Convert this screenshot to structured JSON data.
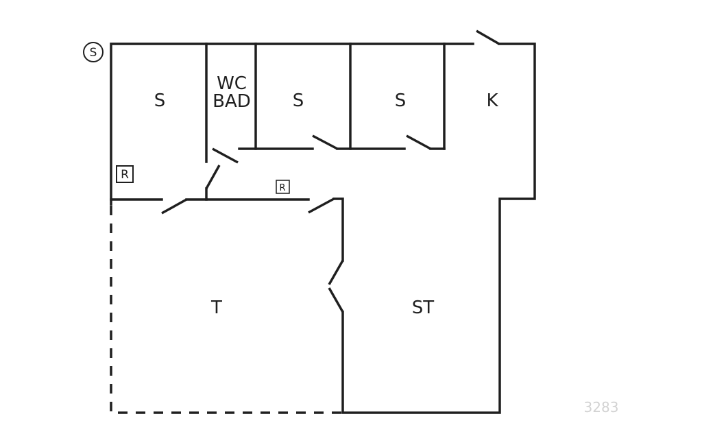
{
  "rooms": {
    "bedroom_1": "S",
    "wc_line1": "WC",
    "wc_line2": "BAD",
    "bedroom_2": "S",
    "bedroom_3": "S",
    "kitchen": "K",
    "terrace": "T",
    "living_room": "ST"
  },
  "symbols": {
    "circle_marker": "S",
    "storage_1": "R",
    "storage_2": "R"
  },
  "plan_number": "3283"
}
